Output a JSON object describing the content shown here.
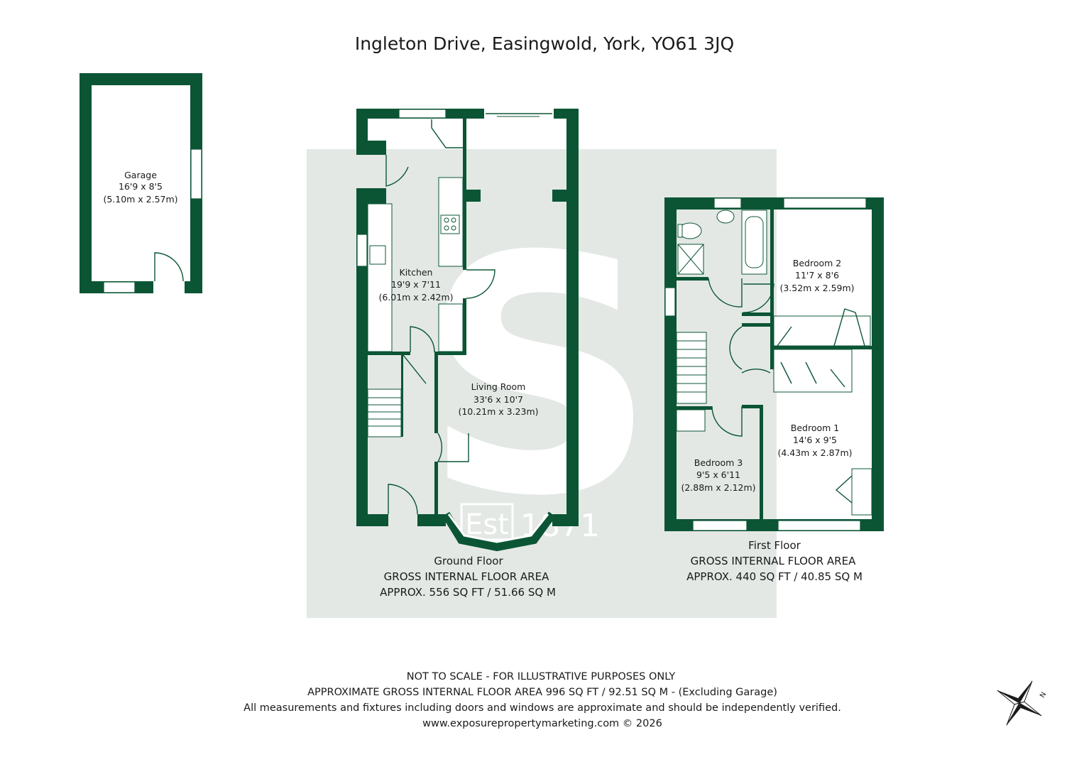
{
  "title": "Ingleton Drive, Easingwold, York, YO61 3JQ",
  "brand_color": "#0b5535",
  "watermark": {
    "letter": "S",
    "est": "Est",
    "year": "1871",
    "color": "#e3e8e5"
  },
  "rooms": {
    "garage": {
      "name": "Garage",
      "imperial": "16'9 x 8'5",
      "metric": "(5.10m x 2.57m)"
    },
    "kitchen": {
      "name": "Kitchen",
      "imperial": "19'9 x 7'11",
      "metric": "(6.01m x 2.42m)"
    },
    "living_room": {
      "name": "Living Room",
      "imperial": "33'6 x 10'7",
      "metric": "(10.21m x 3.23m)"
    },
    "bedroom2": {
      "name": "Bedroom 2",
      "imperial": "11'7 x 8'6",
      "metric": "(3.52m x 2.59m)"
    },
    "bedroom1": {
      "name": "Bedroom 1",
      "imperial": "14'6 x 9'5",
      "metric": "(4.43m x 2.87m)"
    },
    "bedroom3": {
      "name": "Bedroom 3",
      "imperial": "9'5 x 6'11",
      "metric": "(2.88m x 2.12m)"
    }
  },
  "floors": {
    "ground": {
      "name": "Ground Floor",
      "label": "GROSS INTERNAL FLOOR AREA",
      "area": "APPROX. 556 SQ FT / 51.66 SQ M"
    },
    "first": {
      "name": "First Floor",
      "label": "GROSS INTERNAL FLOOR AREA",
      "area": "APPROX. 440 SQ FT / 40.85 SQ M"
    }
  },
  "footer": {
    "line1": "NOT TO SCALE - FOR ILLUSTRATIVE PURPOSES ONLY",
    "line2": "APPROXIMATE GROSS INTERNAL FLOOR AREA 996 SQ FT / 92.51 SQ M - (Excluding Garage)",
    "line3": "All measurements and fixtures including doors and windows are approximate and should be independently verified.",
    "line4": "www.exposurepropertymarketing.com © 2026"
  },
  "compass": {
    "label": "N",
    "icon": "compass-icon"
  }
}
